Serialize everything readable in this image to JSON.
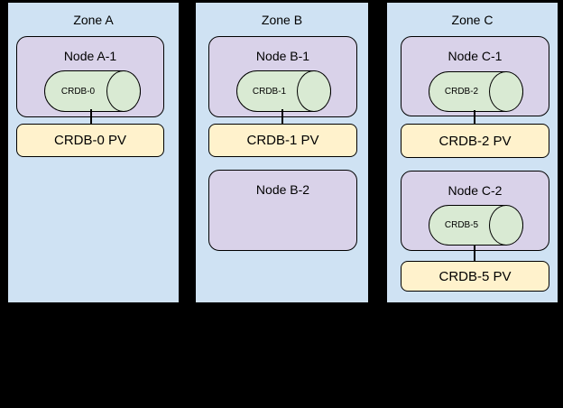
{
  "diagram": {
    "background": "#000000",
    "colors": {
      "zone_fill": "#cfe2f3",
      "node_fill": "#d9d2e9",
      "pod_fill": "#d9ead3",
      "pv_fill": "#fff2cc",
      "outline": "#000000"
    },
    "zones": [
      {
        "label": "Zone A",
        "nodes": [
          {
            "label": "Node A-1",
            "pod_label": "CRDB-0",
            "pv_label": "CRDB-0 PV"
          }
        ]
      },
      {
        "label": "Zone B",
        "nodes": [
          {
            "label": "Node B-1",
            "pod_label": "CRDB-1",
            "pv_label": "CRDB-1 PV"
          },
          {
            "label": "Node B-2"
          }
        ]
      },
      {
        "label": "Zone C",
        "nodes": [
          {
            "label": "Node C-1",
            "pod_label": "CRDB-2",
            "pv_label": "CRDB-2 PV"
          },
          {
            "label": "Node C-2",
            "pod_label": "CRDB-5",
            "pv_label": "CRDB-5 PV"
          }
        ]
      }
    ]
  }
}
